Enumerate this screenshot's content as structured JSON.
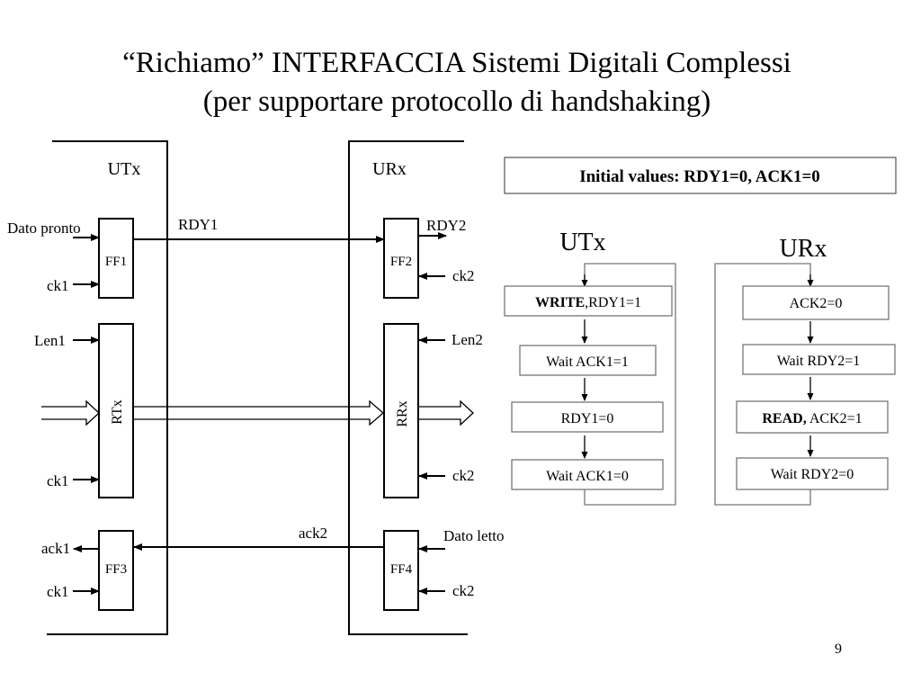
{
  "title": {
    "line1": "“Richiamo” INTERFACCIA Sistemi Digitali Complessi",
    "line2": "(per supportare protocollo di handshaking)"
  },
  "left_diagram": {
    "utx_label": "UTx",
    "urx_label": "URx",
    "ff1": "FF1",
    "ff2": "FF2",
    "ff3": "FF3",
    "ff4": "FF4",
    "rtx": "RTx",
    "rrx": "RRx",
    "dato_pronto": "Dato pronto",
    "dato_letto": "Dato letto",
    "rdy1": "RDY1",
    "rdy2": "RDY2",
    "ack1": "ack1",
    "ack2": "ack2",
    "len1": "Len1",
    "len2": "Len2",
    "ck1": "ck1",
    "ck2": "ck2"
  },
  "protocol": {
    "initial_values": "Initial values: RDY1=0, ACK1=0",
    "utx_title": "UTx",
    "urx_title": "URx",
    "utx_steps": [
      {
        "bold": "WRITE",
        "rest": ",RDY1=1"
      },
      {
        "bold": "",
        "rest": "Wait ACK1=1"
      },
      {
        "bold": "",
        "rest": "RDY1=0"
      },
      {
        "bold": "",
        "rest": "Wait ACK1=0"
      }
    ],
    "urx_steps": [
      {
        "bold": "",
        "rest": "ACK2=0"
      },
      {
        "bold": "",
        "rest": "Wait RDY2=1"
      },
      {
        "bold": "READ,",
        "rest": " ACK2=1"
      },
      {
        "bold": "",
        "rest": "Wait RDY2=0"
      }
    ]
  },
  "page_number": "9"
}
